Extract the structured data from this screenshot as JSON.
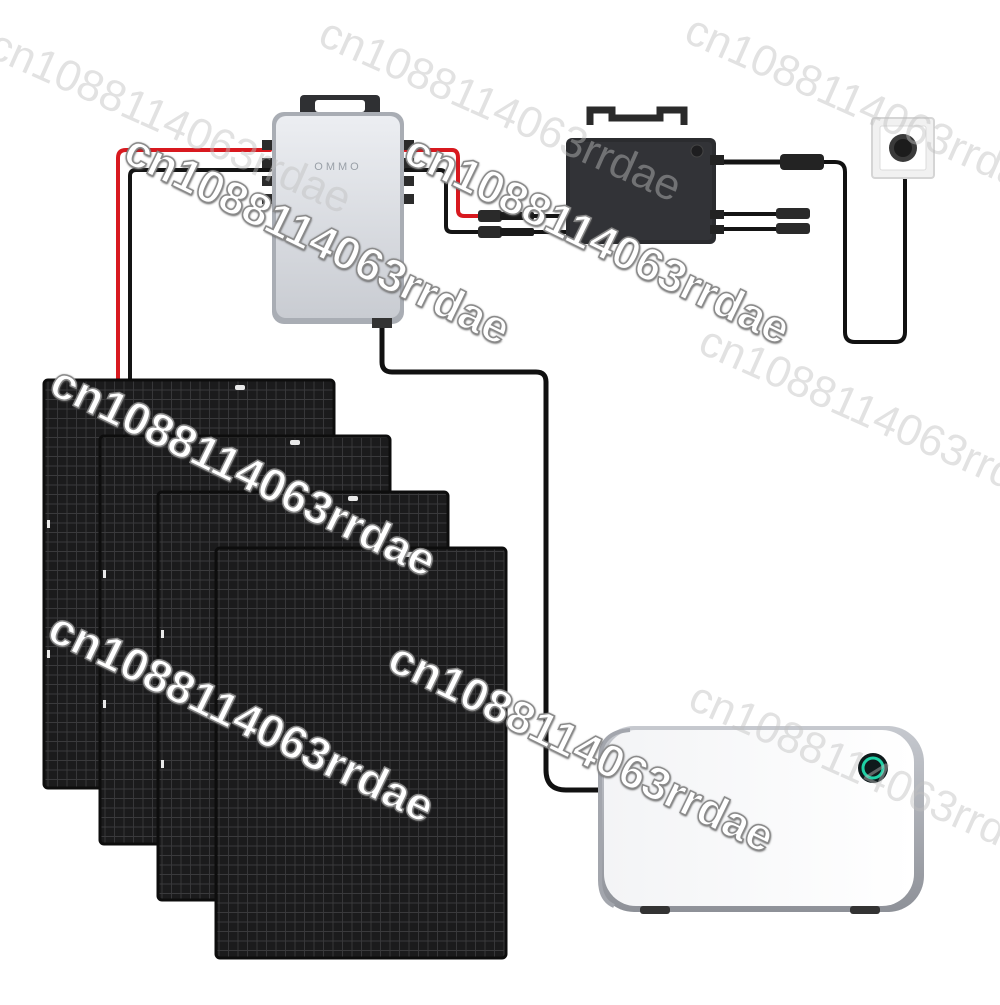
{
  "scene": {
    "description_free": true,
    "devices": {
      "optimizer_label": "OMMO"
    },
    "watermarks": {
      "text": "cn1088114063rrdae",
      "count": 10
    }
  }
}
